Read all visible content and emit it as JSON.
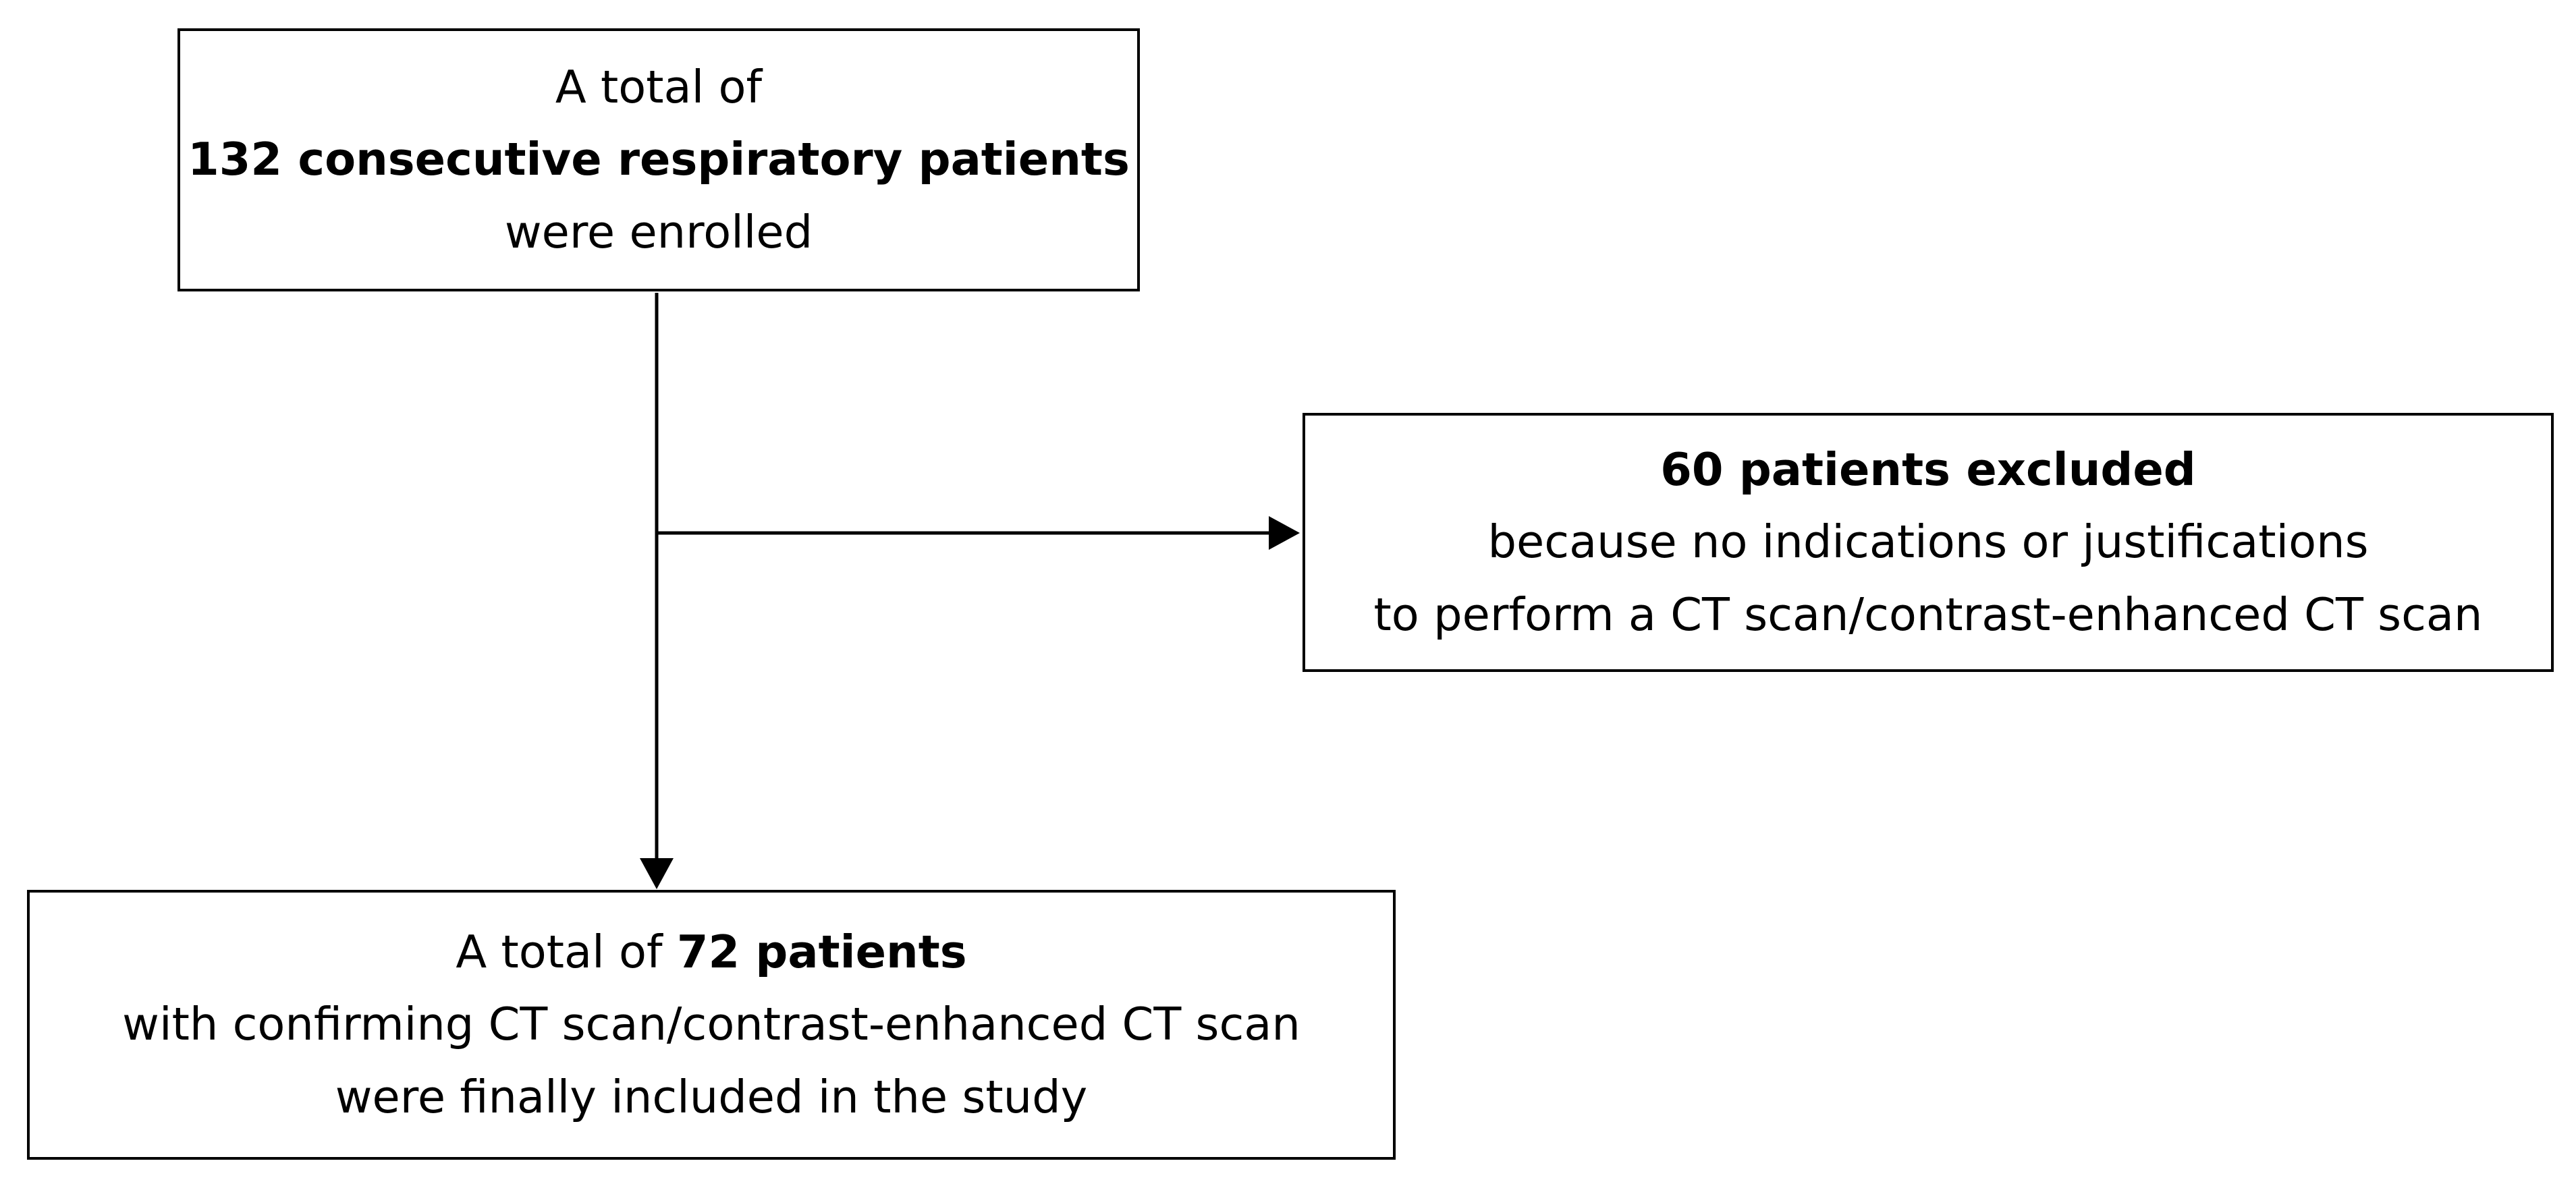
{
  "nodes": {
    "enrolled": {
      "line1": "A total of",
      "line2_bold": "132 consecutive respiratory patients",
      "line3": "were enrolled"
    },
    "excluded": {
      "line1_bold": "60 patients excluded",
      "line2": "because no indications or justifications",
      "line3": "to perform a CT scan/contrast-enhanced CT scan"
    },
    "included": {
      "line1_prefix": "A total of ",
      "line1_bold": "72 patients",
      "line2": "with confirming CT scan/contrast-enhanced CT scan",
      "line3": "were finally included in the study"
    }
  },
  "edges": [
    {
      "from": "enrolled",
      "to": "excluded"
    },
    {
      "from": "enrolled",
      "to": "included"
    }
  ],
  "colors": {
    "stroke": "#000000",
    "background": "#ffffff"
  }
}
